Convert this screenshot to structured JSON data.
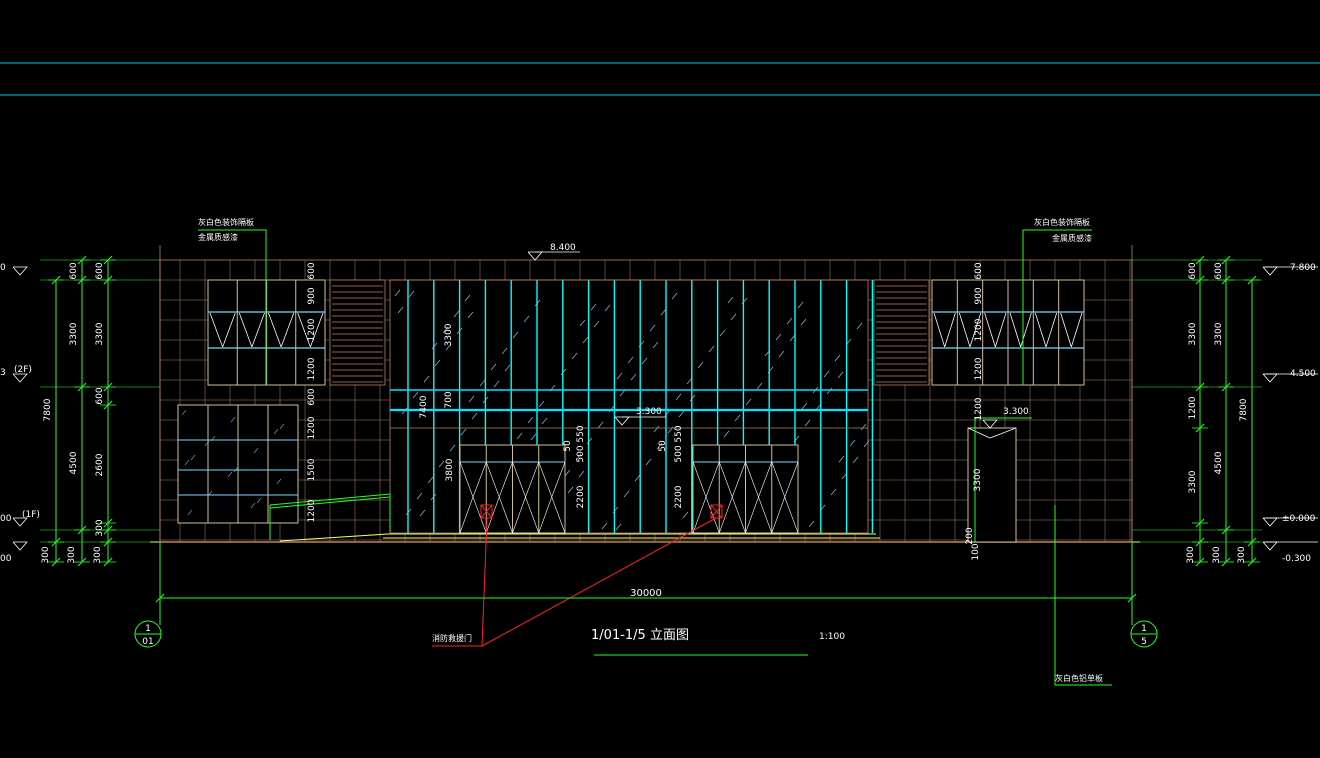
{
  "top_notes": {
    "left": [
      "灰白色装饰隔板",
      "金属质感漆"
    ],
    "right": [
      "灰白色装饰隔板",
      "金属质感漆"
    ]
  },
  "bottom_notes": {
    "fire_door": "消防救援门",
    "right_panel": "灰白色铝单板"
  },
  "title": {
    "main": "1/01-1/5 立面图",
    "scale": "1:100"
  },
  "overall_dimension": "30000",
  "axis_markers": {
    "left": {
      "num": "1",
      "sub": "01"
    },
    "right": {
      "num": "1",
      "sub": "5"
    }
  },
  "elevations": {
    "roof_center": "8.400",
    "mid_center": "3.300",
    "canopy_right": "3.300",
    "right_top": "7.800",
    "right_mid": "4.500",
    "right_ground": "±0.000",
    "right_base": "-0.300",
    "left_top": "0",
    "left_mid": "3",
    "left_ground": "00",
    "left_base": "00"
  },
  "floor_labels": {
    "second": "(2F)",
    "first": "(1F)"
  },
  "left_dims": {
    "outer": [
      "7800",
      "300"
    ],
    "middle": [
      "600",
      "3300",
      "4500",
      "300"
    ],
    "inner": [
      "600",
      "3300",
      "600",
      "2600",
      "300",
      "300"
    ]
  },
  "right_dims": {
    "outer": [
      "7800",
      "300"
    ],
    "middle": [
      "600",
      "3300",
      "4500",
      "300"
    ],
    "inner": [
      "600",
      "3300",
      "1200",
      "3300",
      "300"
    ]
  },
  "window_dims_left": [
    "600",
    "900",
    "1200",
    "1200",
    "600",
    "1200",
    "1500",
    "1200"
  ],
  "window_dims_right": [
    "600",
    "900",
    "1200",
    "1200",
    "1200"
  ],
  "curtain_dims": [
    "3300",
    "700",
    "7400",
    "3800"
  ],
  "door_dims": {
    "left": [
      "50",
      "500",
      "550",
      "2200"
    ],
    "right": [
      "50",
      "500",
      "550",
      "2200"
    ]
  },
  "canopy_dims": [
    "3300",
    "200",
    "100"
  ],
  "colors": {
    "background": "#000000",
    "wall": "#b88466",
    "dimension": "#22ff22",
    "white": "#ffffff",
    "cyan": "#00ffff",
    "glass": "#7fd4ff",
    "yellow": "#ffff66",
    "red": "#ff2222",
    "frame": "#d0c090"
  }
}
